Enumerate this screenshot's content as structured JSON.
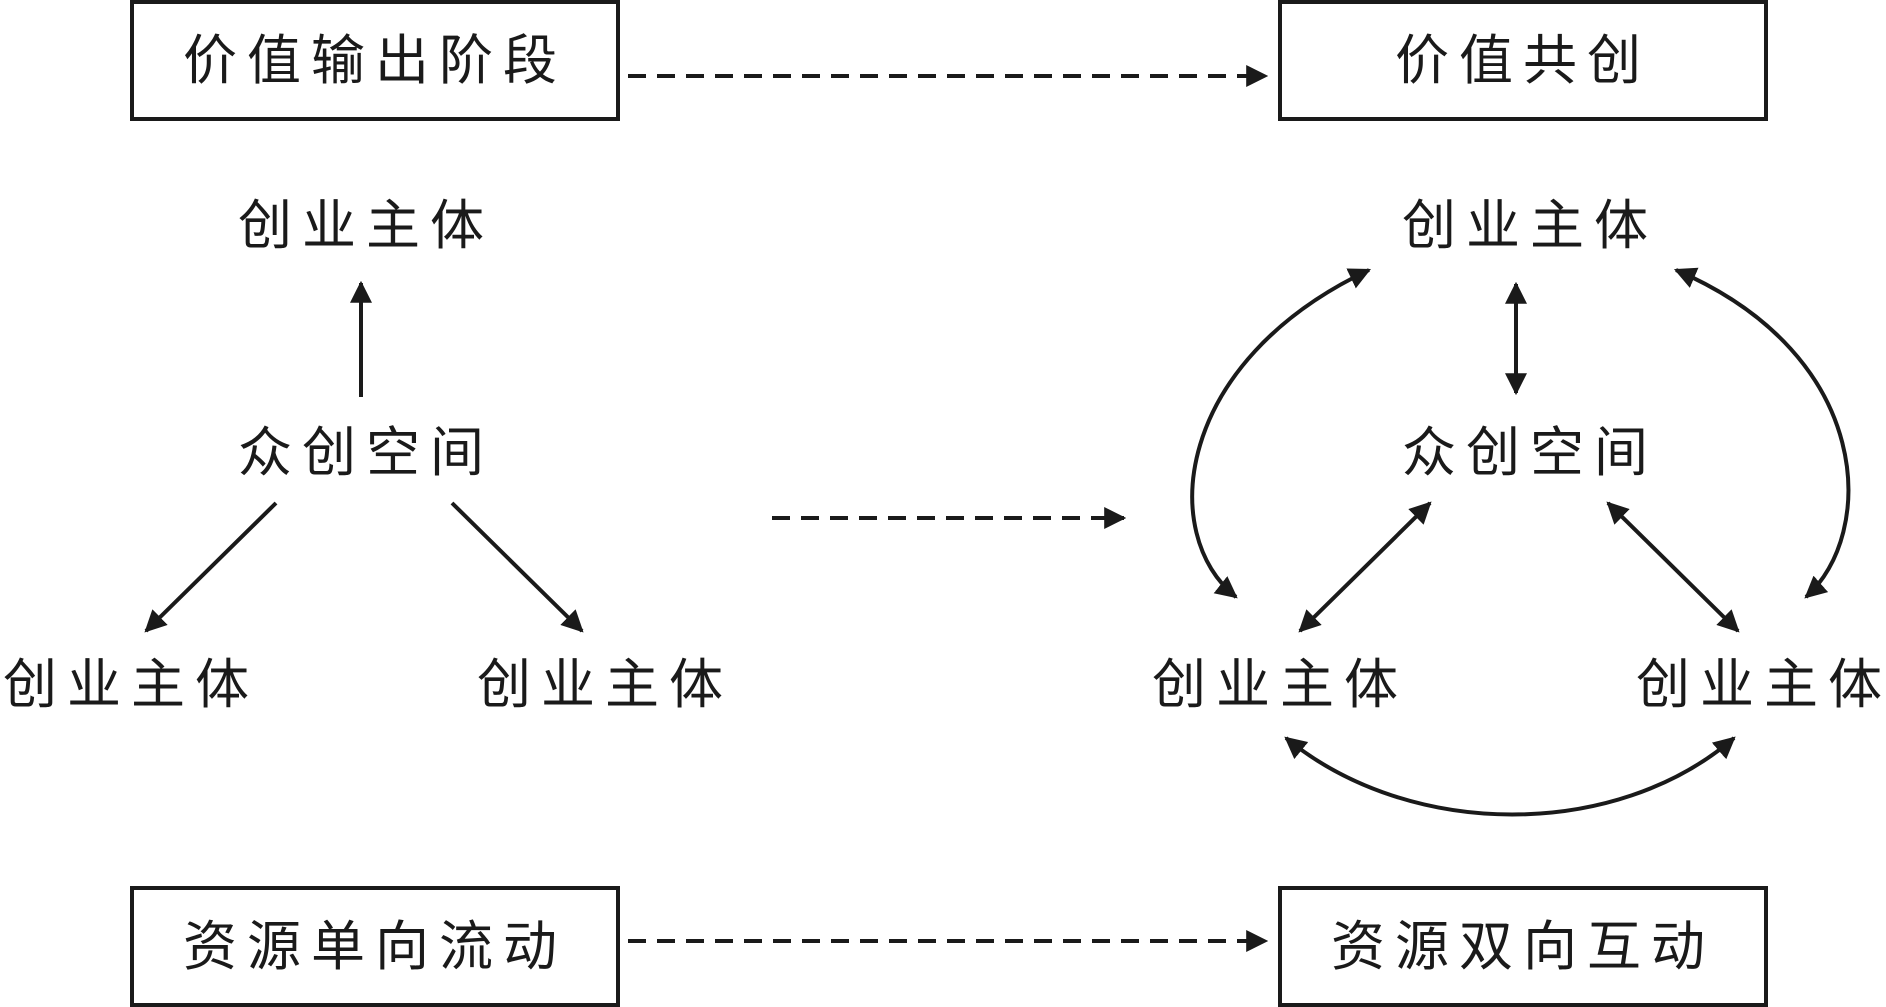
{
  "top_left_box": "价值输出阶段",
  "top_right_box": "价值共创",
  "bottom_left_box": "资源单向流动",
  "bottom_right_box": "资源双向互动",
  "left_network": {
    "top_node": "创业主体",
    "center_node": "众创空间",
    "left_node": "创业主体",
    "right_node": "创业主体"
  },
  "right_network": {
    "top_node": "创业主体",
    "center_node": "众创空间",
    "left_node": "创业主体",
    "right_node": "创业主体"
  }
}
